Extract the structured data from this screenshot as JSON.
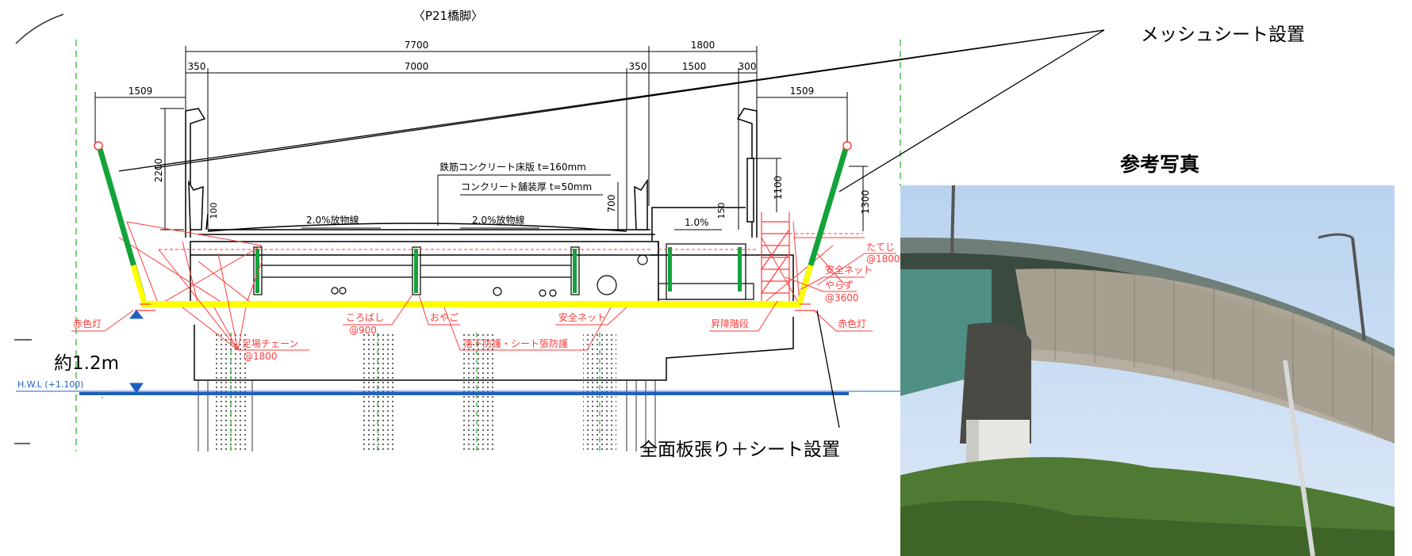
{
  "drawing": {
    "title": "〈P21橋脚〉",
    "dims": {
      "d7700": "7700",
      "d1800": "1800",
      "d350a": "350",
      "d7000": "7000",
      "d350b": "350",
      "d1500": "1500",
      "d300": "300",
      "d1509a": "1509",
      "d1509b": "1509",
      "d2200": "2200",
      "d700": "700",
      "d100": "100",
      "d1100": "1100",
      "d150": "150",
      "d1300": "1300"
    },
    "labels": {
      "slab": "鉄筋コンクリート床版 t=160mm",
      "pave": "コンクリート舗装厚 t=50mm",
      "cross1": "2.0%放物線",
      "cross2": "2.0%放物線",
      "cross3": "1.0%",
      "tatejil": "たてじ",
      "tatejiv": "@1800",
      "netR": "安全ネット",
      "yarazu": "やらず",
      "yarazuv": "@3600",
      "lampL": "赤色灯",
      "lampR": "赤色灯",
      "korobashi": "ころばし",
      "korobashiv": "@900",
      "oyago": "おやご",
      "netC": "安全ネット",
      "stairs": "昇降階段",
      "chain": "足場チェーン",
      "chainv": "@1800",
      "guard": "落下防護・シート張防護",
      "hwl": "H.W.L (+1.100)"
    }
  },
  "callouts": {
    "mesh": "メッシュシート設置",
    "board": "全面板張り＋シート設置",
    "clearance": "約1.2m"
  },
  "photo": {
    "title": "参考写真"
  },
  "colors": {
    "red": "#ff3b3b",
    "green": "#13a33a",
    "yellow": "#ffff00",
    "blue": "#1f5fbf",
    "callout": "#000000"
  }
}
